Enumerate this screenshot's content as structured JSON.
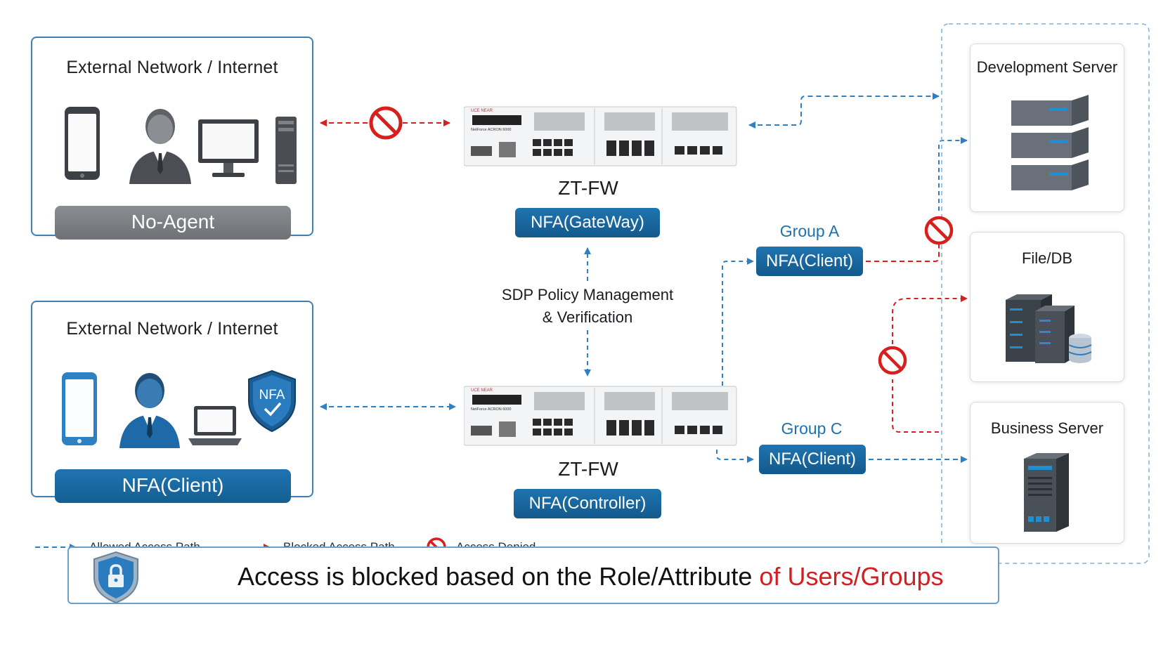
{
  "colors": {
    "allowed": "#2f7fc1",
    "blocked": "#d91e1e",
    "brand_blue": "#1a6aa3",
    "no_agent_gray": "#7c7f83"
  },
  "panel_top": {
    "title": "External Network / Internet",
    "badge": "No-Agent",
    "icons": [
      "smartphone-icon",
      "user-icon",
      "desktop-computer-icon"
    ]
  },
  "panel_bottom": {
    "title": "External Network / Internet",
    "badge": "NFA(Client)",
    "icons": [
      "smartphone-icon",
      "user-icon",
      "laptop-icon",
      "nfa-shield-icon"
    ],
    "shield_text": "NFA"
  },
  "firewall_top": {
    "model_label": "NetForce ACRON 6000",
    "brand": "UCE NEAR",
    "name": "ZT-FW",
    "role": "NFA(GateWay)"
  },
  "firewall_bottom": {
    "model_label": "NetForce ACRON 6000",
    "brand": "UCE NEAR",
    "name": "ZT-FW",
    "role": "NFA(Controller)"
  },
  "policy": {
    "line1": "SDP Policy Management",
    "line2": "& Verification"
  },
  "groups": [
    {
      "label": "Group A",
      "tag": "NFA(Client)"
    },
    {
      "label": "Group C",
      "tag": "NFA(Client)"
    }
  ],
  "servers": [
    {
      "title": "Development Server",
      "icon": "server-rack-icon"
    },
    {
      "title": "File/DB",
      "icon": "database-server-icon"
    },
    {
      "title": "Business Server",
      "icon": "tower-server-icon"
    }
  ],
  "legend": {
    "allowed": "Allowed Access Path",
    "blocked": "Blocked Access Path",
    "denied": "Access Denied"
  },
  "banner": {
    "text_main": "Access is blocked based on the Role/Attribute ",
    "text_highlight": "of Users/Groups",
    "icon": "lock-shield-icon"
  }
}
